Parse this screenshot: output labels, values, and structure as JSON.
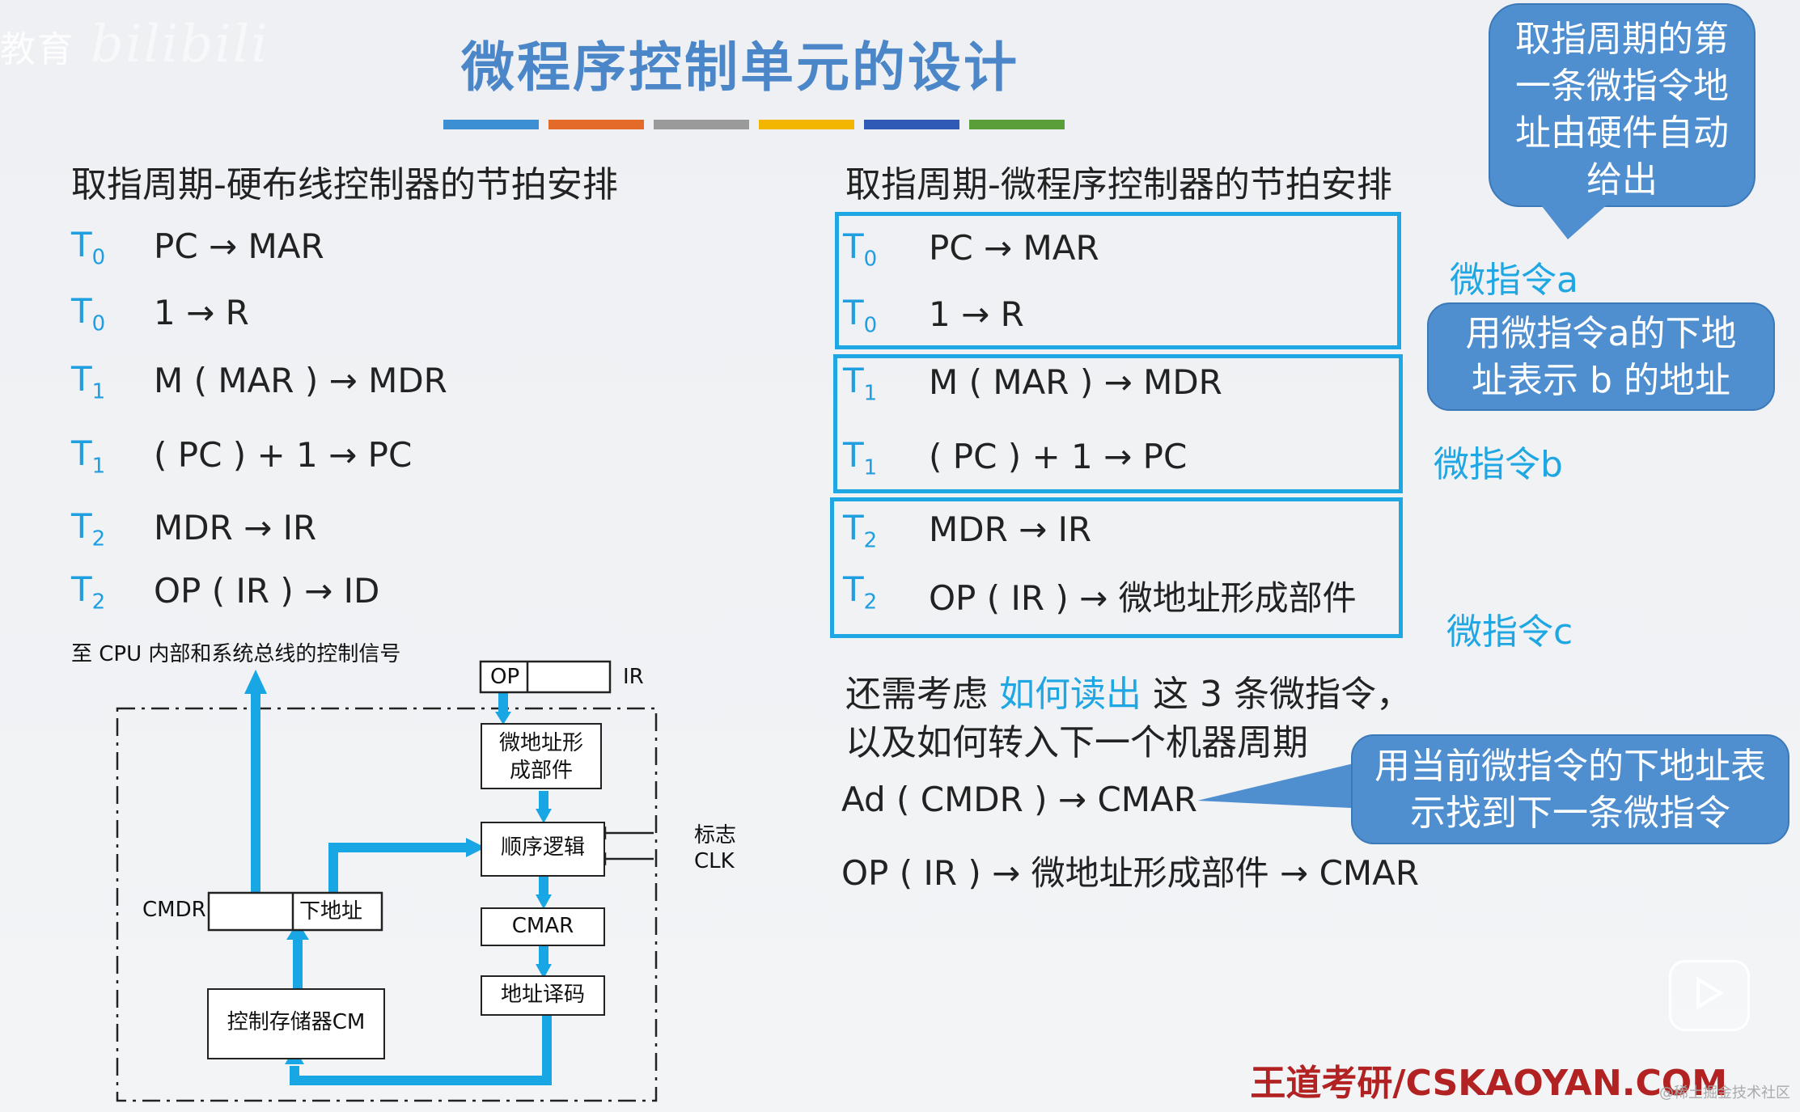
{
  "watermark": {
    "text": "教育",
    "brand": "bilibili"
  },
  "title": "微程序控制单元的设计",
  "color_bar": [
    "#3b8fd2",
    "#e46a2a",
    "#9a9a9a",
    "#f2b600",
    "#2f5ab6",
    "#5a9e3a"
  ],
  "left": {
    "heading": "取指周期-硬布线控制器的节拍安排",
    "steps": [
      {
        "t": "T",
        "sub": "0",
        "op": "PC → MAR"
      },
      {
        "t": "T",
        "sub": "0",
        "op": "1 → R"
      },
      {
        "t": "T",
        "sub": "1",
        "op": "M ( MAR ) → MDR"
      },
      {
        "t": "T",
        "sub": "1",
        "op": "( PC ) + 1 → PC"
      },
      {
        "t": "T",
        "sub": "2",
        "op": "MDR → IR"
      },
      {
        "t": "T",
        "sub": "2",
        "op": "OP ( IR ) → ID"
      }
    ]
  },
  "right": {
    "heading": "取指周期-微程序控制器的节拍安排",
    "steps": [
      {
        "t": "T",
        "sub": "0",
        "op": "PC → MAR"
      },
      {
        "t": "T",
        "sub": "0",
        "op": "1 → R"
      },
      {
        "t": "T",
        "sub": "1",
        "op": "M ( MAR ) → MDR"
      },
      {
        "t": "T",
        "sub": "1",
        "op": "( PC ) + 1 → PC"
      },
      {
        "t": "T",
        "sub": "2",
        "op": "MDR → IR"
      },
      {
        "t": "T",
        "sub": "2",
        "op": "OP ( IR ) → 微地址形成部件"
      }
    ],
    "micro_labels": [
      "微指令a",
      "微指令b",
      "微指令c"
    ],
    "note_line1_pre": "还需考虑",
    "note_line1_hl": "如何读出",
    "note_line1_post": "这 3 条微指令，",
    "note_line2": "以及如何转入下一个机器周期",
    "formula1": "Ad ( CMDR ) → CMAR",
    "formula2": "OP ( IR ) → 微地址形成部件 → CMAR"
  },
  "callouts": {
    "top": "取指周期的第一条微指令地址由硬件自动给出",
    "middle": "用微指令a的下地址表示 b 的地址",
    "bottom": "用当前微指令的下地址表示找到下一条微指令"
  },
  "diagram": {
    "caption": "至 CPU 内部和系统总线的控制信号",
    "op": "OP",
    "ir": "IR",
    "micro_addr_unit": "微地址形成部件",
    "seq_logic": "顺序逻辑",
    "flag": "标志",
    "clk": "CLK",
    "cmdr": "CMDR",
    "next_addr": "下地址",
    "cmar": "CMAR",
    "addr_decode": "地址译码",
    "cm": "控制存储器CM"
  },
  "footer": "王道考研/CSKAOYAN.COM",
  "small_watermark": "@稀土掘金技术社区"
}
